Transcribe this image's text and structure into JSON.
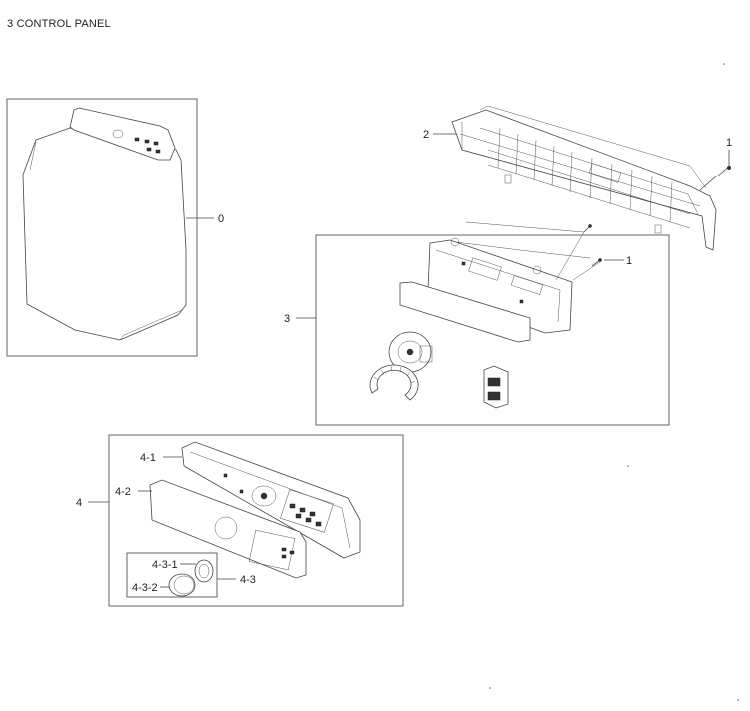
{
  "page_title": "3 CONTROL PANEL",
  "callouts": {
    "c0": "0",
    "c1a": "1",
    "c1b": "1",
    "c2": "2",
    "c3": "3",
    "c4": "4",
    "c4_1": "4-1",
    "c4_2": "4-2",
    "c4_3": "4-3",
    "c4_3_1": "4-3-1",
    "c4_3_2": "4-3-2"
  }
}
